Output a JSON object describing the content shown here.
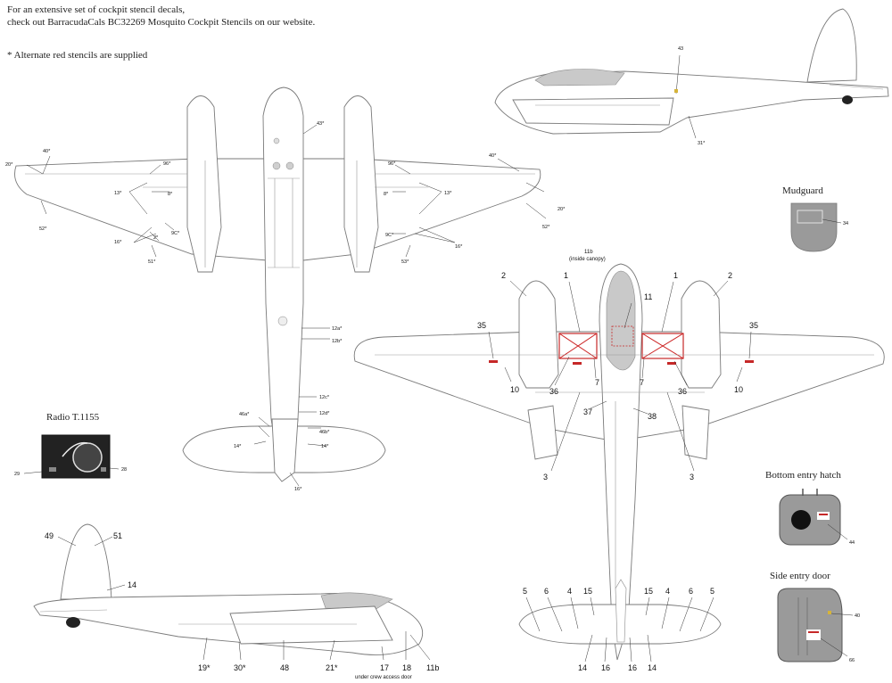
{
  "notes": {
    "line1": "For an extensive set of cockpit stencil decals,",
    "line2": "check out BarracudaCals BC32269 Mosquito Cockpit Stencils on our website.",
    "line3": "* Alternate red stencils are supplied"
  },
  "titles": {
    "mudguard": "Mudguard",
    "radio": "Radio T.1155",
    "bottom_hatch": "Bottom entry hatch",
    "side_door": "Side entry door"
  },
  "bottom_view": {
    "canopy_note_1": "11b",
    "canopy_note_2": "(inside canopy)",
    "labels": [
      "2",
      "1",
      "11",
      "1",
      "2",
      "35",
      "35",
      "10",
      "36",
      "7",
      "7",
      "36",
      "10",
      "37",
      "38",
      "3",
      "3",
      "5",
      "6",
      "4",
      "15",
      "15",
      "4",
      "6",
      "5",
      "14",
      "16",
      "16",
      "14"
    ]
  },
  "side_view": {
    "labels": [
      "49",
      "51",
      "14",
      "19*",
      "30*",
      "48",
      "21*",
      "17",
      "18",
      "11b"
    ],
    "door_note": "under crew access door"
  },
  "top_view": {
    "labels": [
      "43*",
      "20*",
      "40*",
      "52*",
      "96*",
      "13*",
      "8*",
      "16*",
      "2*",
      "9C*",
      "51*",
      "40*",
      "20*",
      "52*",
      "96*",
      "13*",
      "8*",
      "16*",
      "9C*",
      "53*",
      "12a*",
      "12b*",
      "12c*",
      "12d*",
      "46a*",
      "46b*",
      "14*",
      "14*",
      "16*"
    ]
  },
  "side_view_top": {
    "labels": [
      "43",
      "31*"
    ]
  },
  "details": {
    "mudguard_num": "34",
    "radio_left": "29",
    "radio_right": "28",
    "hatch_num": "44",
    "door_num_1": "40",
    "door_num_2": "66"
  },
  "colors": {
    "stencil_red": "#c62828",
    "canopy_grey": "#c9c9c9",
    "panel_grey": "#9a9a9a",
    "outline": "#7a7a7a"
  }
}
